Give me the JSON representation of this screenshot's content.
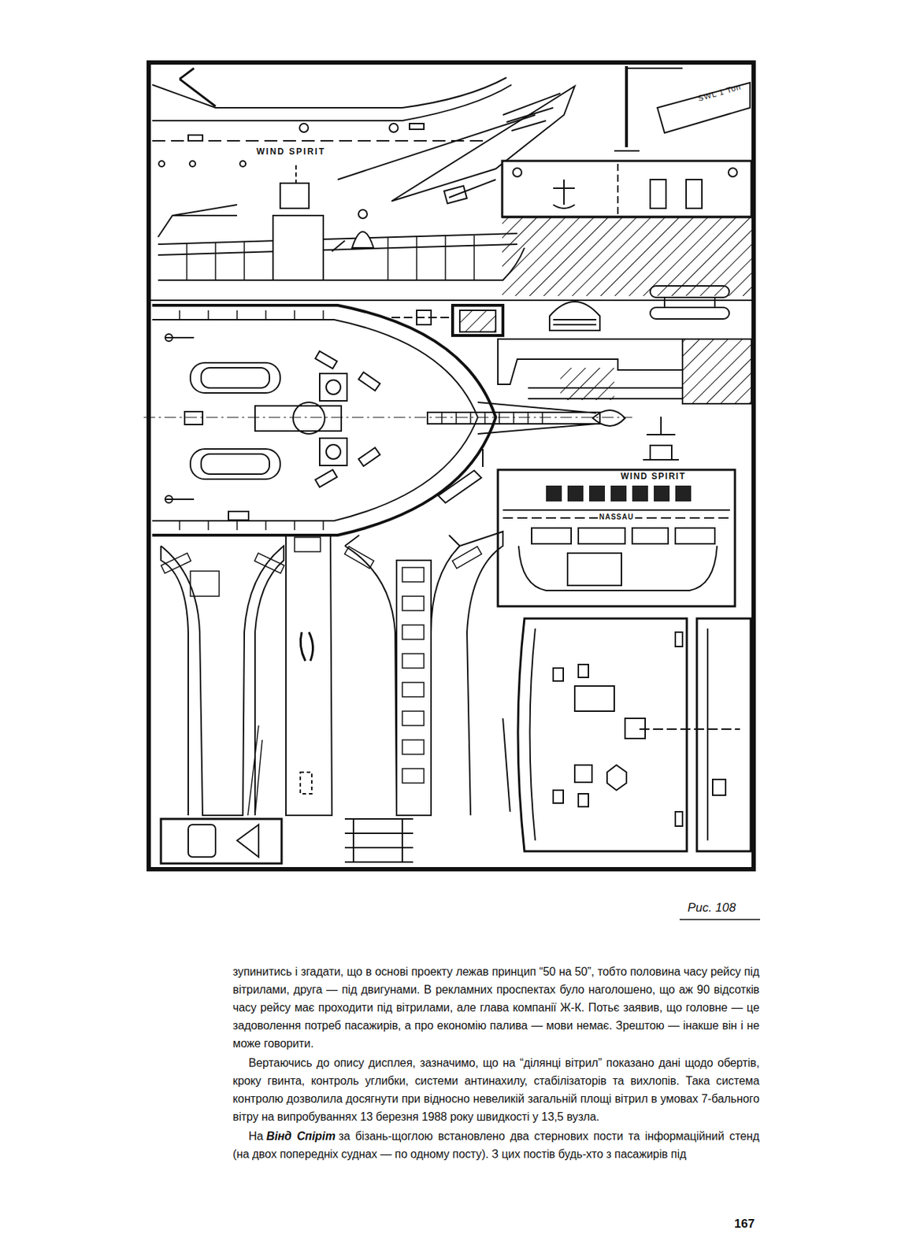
{
  "diagram": {
    "caption": "Рис. 108",
    "labels": [
      "WIND SPIRIT",
      "SWL 1 Ton",
      "WIND SPIRIT",
      "NASSAU",
      "зупинитись і згадати, що в основі проекту лежав принцип “50 на 50”, тобто половина часу рейсу під вітрилами, друга — під двигунами. В рекламних проспектах було наголошено, що аж 90 відсотків часу рейсу має проходити під вітрилами, але глава компанії Ж-К. Потьє заявив, що головне — це задоволення потреб пасажирів, а про економію палива — мови немає. Зрештою — інакше він і не може говорити.",
      "Вертаючись до опису дисплея, зазначимо, що на “ділянці вітрил” показано дані щодо обертів, кроку гвинта, контроль углибки, системи антинахилу, стабілізаторів та вихлопів. Така система контролю дозволила досягнути при відносно невеликій загальній площі вітрил в умовах 7-бального вітру на випробуваннях 13 березня 1988 року швидкості у 13,5 вузла.",
      "На",
      "Вінд Спіріт",
      "за бізань-щоглою встановлено два стернових пости та інформаційний стенд (на двох попередніх суднах — по одному посту). З цих постів будь-хто з пасажирів під",
      "167"
    ]
  }
}
